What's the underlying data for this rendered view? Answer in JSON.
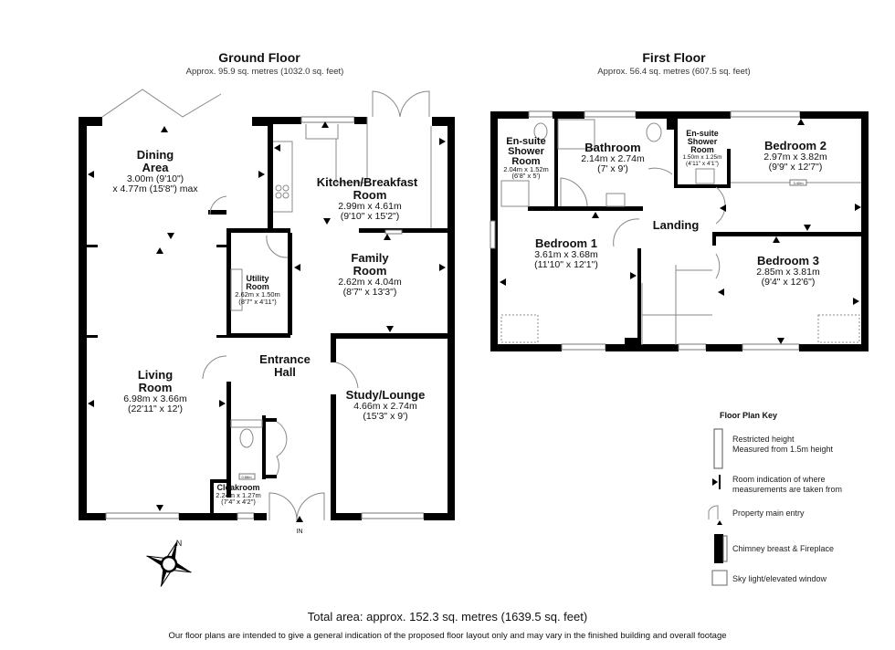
{
  "ground_floor": {
    "title": "Ground Floor",
    "area": "Approx. 95.9 sq. metres (1032.0 sq. feet)",
    "rooms": [
      {
        "name": "Dining",
        "name2": "Area",
        "dim_m": "3.00m (9'10\")",
        "dim_ft": "x 4.77m (15'8\") max"
      },
      {
        "name": "Kitchen/Breakfast",
        "name2": "Room",
        "dim_m": "2.99m x 4.61m",
        "dim_ft": "(9'10\" x 15'2\")"
      },
      {
        "name": "Utility",
        "name2": "Room",
        "dim_m": "2.62m x 1.50m",
        "dim_ft": "(8'7\" x 4'11\")"
      },
      {
        "name": "Family",
        "name2": "Room",
        "dim_m": "2.62m x 4.04m",
        "dim_ft": "(8'7\" x 13'3\")"
      },
      {
        "name": "Living",
        "name2": "Room",
        "dim_m": "6.98m x 3.66m",
        "dim_ft": "(22'11\" x 12')"
      },
      {
        "name": "Entrance",
        "name2": "Hall"
      },
      {
        "name": "Study/Lounge",
        "dim_m": "4.66m x 2.74m",
        "dim_ft": "(15'3\" x 9')"
      },
      {
        "name": "Cloakroom",
        "dim_m": "2.24m x 1.27m",
        "dim_ft": "(7'4\" x 4'2\")"
      }
    ],
    "entry_label": "IN",
    "cloak_measure": "0.86m"
  },
  "first_floor": {
    "title": "First Floor",
    "area": "Approx. 56.4 sq. metres (607.5 sq. feet)",
    "rooms": [
      {
        "name": "En-suite",
        "name2": "Shower",
        "name3": "Room",
        "dim_m": "2.04m x 1.52m",
        "dim_ft": "(6'8\" x 5')"
      },
      {
        "name": "Bathroom",
        "dim_m": "2.14m x 2.74m",
        "dim_ft": "(7' x 9')"
      },
      {
        "name": "En-suite",
        "name2": "Shower",
        "name3": "Room",
        "dim_m": "1.50m x 1.25m",
        "dim_ft": "(4'11\" x 4'1\")"
      },
      {
        "name": "Bedroom 2",
        "dim_m": "2.97m x 3.82m",
        "dim_ft": "(9'9\" x 12'7\")"
      },
      {
        "name": "Landing"
      },
      {
        "name": "Bedroom 1",
        "dim_m": "3.61m x 3.68m",
        "dim_ft": "(11'10\" x 12'1\")"
      },
      {
        "name": "Bedroom 3",
        "dim_m": "2.85m x 3.81m",
        "dim_ft": "(9'4\" x 12'6\")"
      }
    ],
    "bed2_measure": "3.40m"
  },
  "key": {
    "title": "Floor Plan Key",
    "items": [
      {
        "line1": "Restricted height",
        "line2": "Measured from 1.5m height"
      },
      {
        "line1": "Room indication of where",
        "line2": "measurements are taken from"
      },
      {
        "line1": "Property main entry"
      },
      {
        "line1": "Chimney breast & Fireplace"
      },
      {
        "line1": "Sky light/elevated window"
      }
    ]
  },
  "compass_label": "N",
  "total_area": "Total area: approx. 152.3 sq. metres (1639.5 sq. feet)",
  "disclaimer": "Our floor plans are intended to give a general indication of the proposed floor layout only and may vary in the finished building and overall footage"
}
